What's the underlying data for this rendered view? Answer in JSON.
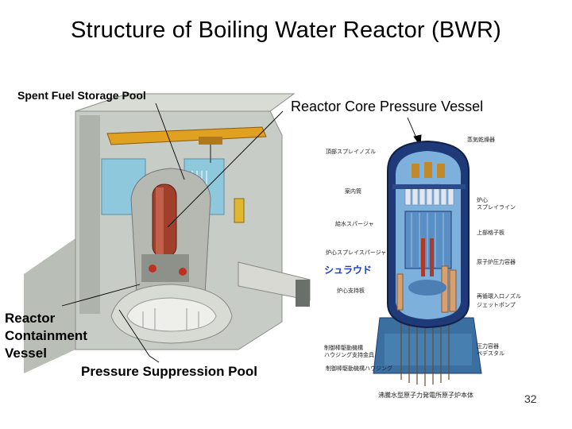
{
  "title": "Structure of Boiling Water Reactor (BWR)",
  "labels": {
    "spent_fuel_pool": "Spent Fuel Storage Pool",
    "core_pressure_vessel": "Reactor Core Pressure Vessel",
    "containment_vessel": "Reactor\nContainment\nVessel",
    "suppression_pool": "Pressure Suppression Pool"
  },
  "vessel_callouts": {
    "steam_dryer": "蒸気乾燥器",
    "spray_nozzle": "頂部スプレイノズル",
    "guide_tube": "案内筒",
    "feedwater_sparger": "給水スパージャ",
    "core_spray_line": "炉心\nスプレイライン",
    "top_guide": "上部格子板",
    "core_spray_sparger": "炉心スプレイスパージャ",
    "shroud": "シュラウド",
    "pressure_vessel": "原子炉圧力容器",
    "core_plate": "炉心支持板",
    "recirc_nozzle": "再循環入口ノズル",
    "jet_pump": "ジェットポンプ",
    "crd_housing": "制御棒駆動機構\nハウジング支持金具",
    "crd_housing_2": "制御棒駆動機構ハウジング",
    "pedestal": "圧力容器\nペデスタル",
    "caption": "沸騰水型原子力発電所原子炉本体"
  },
  "page_number": "32",
  "colors": {
    "concrete": "#c8ccc6",
    "water": "#8ec8dc",
    "reactor_red": "#a0402a",
    "crane": "#e0a020",
    "vessel_blue": "#1e3a78",
    "vessel_interior": "#7eb0dc",
    "shroud_label": "#1a3cc8"
  }
}
